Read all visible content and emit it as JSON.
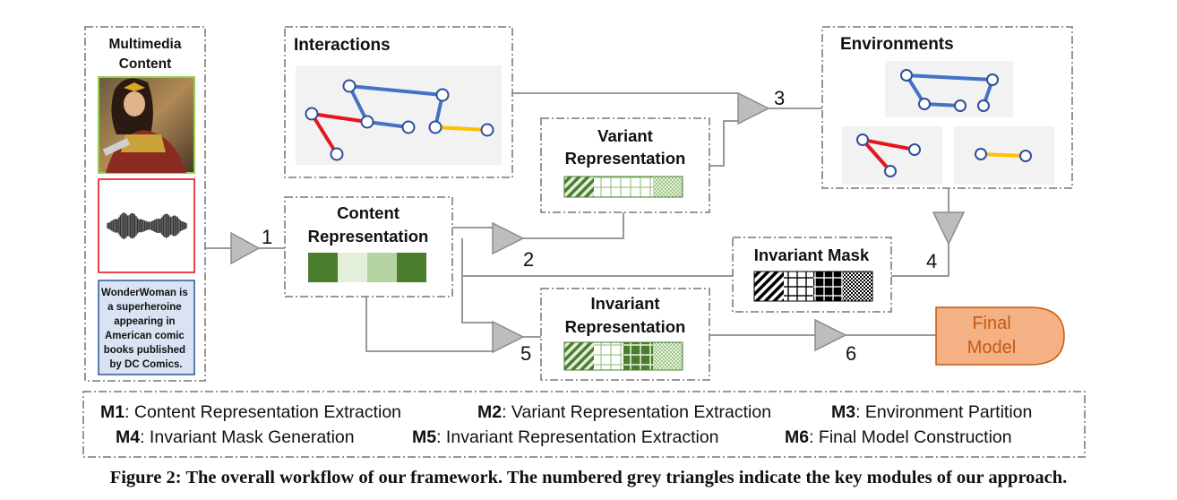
{
  "multimedia": {
    "title_line1": "Multimedia",
    "title_line2": "Content",
    "text_lines": [
      "WonderWoman is",
      "a superheroine",
      "appearing in",
      "American comic",
      "books published",
      "by DC Comics."
    ]
  },
  "boxes": {
    "interactions": "Interactions",
    "environments": "Environments",
    "variant_line1": "Variant",
    "variant_line2": "Representation",
    "content_line1": "Content",
    "content_line2": "Representation",
    "invariant_mask": "Invariant Mask",
    "invariant_line1": "Invariant",
    "invariant_line2": "Representation",
    "final_line1": "Final",
    "final_line2": "Model"
  },
  "modules": [
    "1",
    "2",
    "3",
    "4",
    "5",
    "6"
  ],
  "legend": [
    {
      "key": "M1",
      "text": ": Content Representation Extraction"
    },
    {
      "key": "M2",
      "text": ": Variant Representation Extraction"
    },
    {
      "key": "M3",
      "text": ": Environment Partition"
    },
    {
      "key": "M4",
      "text": ": Invariant Mask Generation"
    },
    {
      "key": "M5",
      "text": ": Invariant Representation Extraction"
    },
    {
      "key": "M6",
      "text": ": Final Model Construction"
    }
  ],
  "caption": "Figure 2: The overall workflow of our framework. The numbered grey triangles indicate the key modules of our approach.",
  "colors": {
    "green_dark": "#4a7d2e",
    "green_light": "#e3efd9",
    "green_mid": "#b5d3a0",
    "final_fill": "#f4b183",
    "final_text": "#c65911",
    "graph_blue": "#4472c4",
    "graph_red": "#e8141c",
    "graph_yellow": "#ffc000"
  }
}
